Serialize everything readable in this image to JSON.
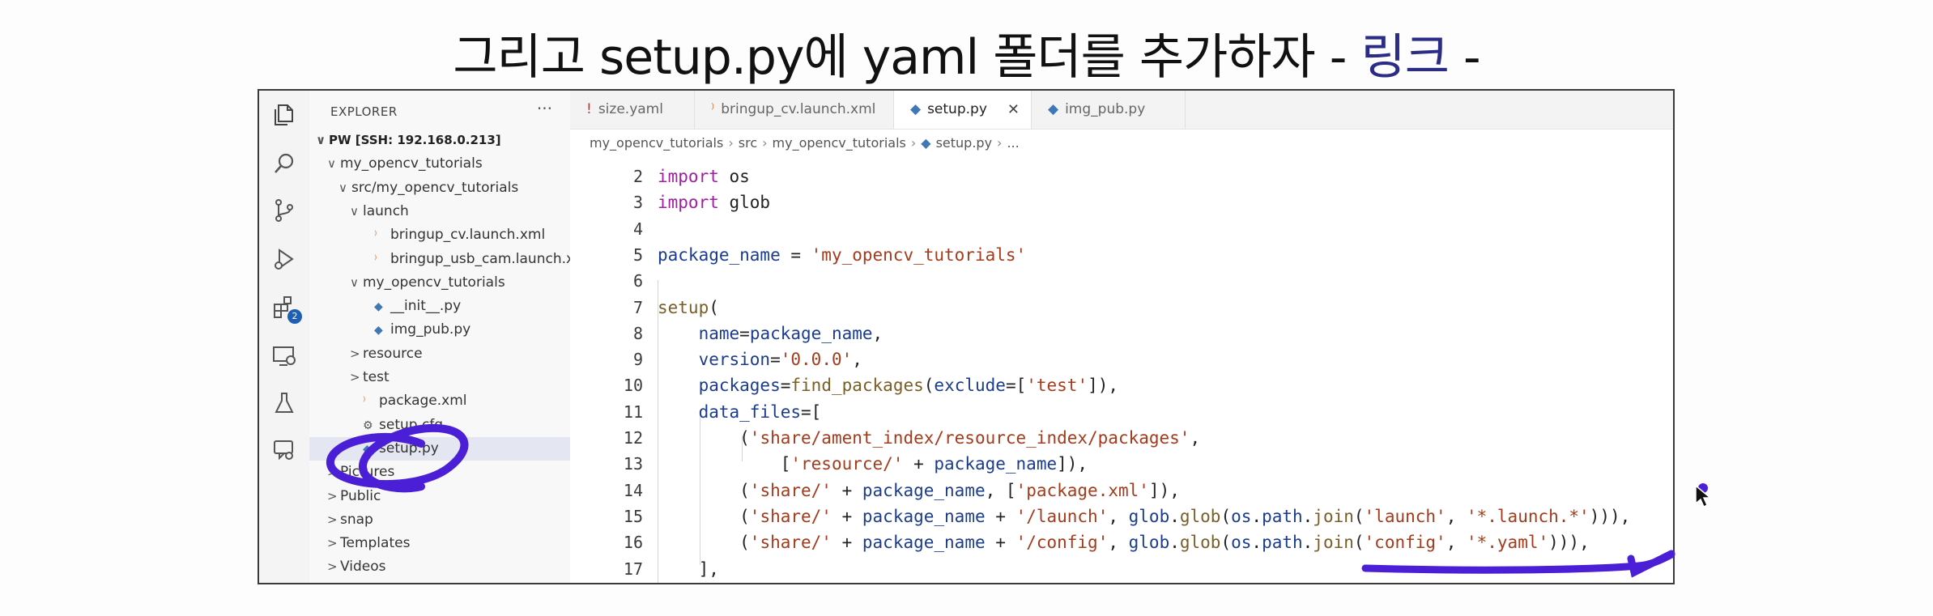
{
  "headline": {
    "text": "그리고 setup.py에 yaml 폴더를 추가하자 - ",
    "link": "링크",
    "trail": " -"
  },
  "activity_bar": {
    "badge_count": "2"
  },
  "sidebar": {
    "header": "EXPLORER",
    "more": "···",
    "tree": [
      {
        "label": "PW [SSH: 192.168.0.213]",
        "chev": "∨",
        "icon": "",
        "indent": 0,
        "bold": true
      },
      {
        "label": "my_opencv_tutorials",
        "chev": "∨",
        "icon": "",
        "indent": 1
      },
      {
        "label": "src/my_opencv_tutorials",
        "chev": "∨",
        "icon": "",
        "indent": 2
      },
      {
        "label": "launch",
        "chev": "∨",
        "icon": "",
        "indent": 3
      },
      {
        "label": "bringup_cv.launch.xml",
        "chev": "",
        "icon": "xml",
        "indent": 4
      },
      {
        "label": "bringup_usb_cam.launch.xml",
        "chev": "",
        "icon": "xml",
        "indent": 4
      },
      {
        "label": "my_opencv_tutorials",
        "chev": "∨",
        "icon": "",
        "indent": 3
      },
      {
        "label": "__init__.py",
        "chev": "",
        "icon": "py",
        "indent": 4
      },
      {
        "label": "img_pub.py",
        "chev": "",
        "icon": "py",
        "indent": 4
      },
      {
        "label": "resource",
        "chev": ">",
        "icon": "",
        "indent": 3
      },
      {
        "label": "test",
        "chev": ">",
        "icon": "",
        "indent": 3
      },
      {
        "label": "package.xml",
        "chev": "",
        "icon": "xml",
        "indent": 3
      },
      {
        "label": "setup.cfg",
        "chev": "",
        "icon": "gear",
        "indent": 3
      },
      {
        "label": "setup.py",
        "chev": "",
        "icon": "py",
        "indent": 3,
        "selected": true
      },
      {
        "label": "Pictures",
        "chev": ">",
        "icon": "",
        "indent": 1
      },
      {
        "label": "Public",
        "chev": ">",
        "icon": "",
        "indent": 1
      },
      {
        "label": "snap",
        "chev": ">",
        "icon": "",
        "indent": 1
      },
      {
        "label": "Templates",
        "chev": ">",
        "icon": "",
        "indent": 1
      },
      {
        "label": "Videos",
        "chev": ">",
        "icon": "",
        "indent": 1
      }
    ]
  },
  "editor": {
    "tabs": [
      {
        "label": "size.yaml",
        "icon": "!",
        "icon_color": "#c4302b",
        "active": false
      },
      {
        "label": "bringup_cv.launch.xml",
        "icon": "⁾",
        "icon_color": "#e67c3a",
        "active": false
      },
      {
        "label": "setup.py",
        "icon": "◆",
        "icon_color": "#3f78b5",
        "active": true,
        "close": "✕"
      },
      {
        "label": "img_pub.py",
        "icon": "◆",
        "icon_color": "#3f78b5",
        "active": false
      }
    ],
    "breadcrumb": [
      "my_opencv_tutorials",
      "src",
      "my_opencv_tutorials",
      "setup.py",
      "..."
    ],
    "code": [
      {
        "n": "2",
        "tokens": [
          [
            "kw",
            "import"
          ],
          [
            "plain",
            " os"
          ]
        ]
      },
      {
        "n": "3",
        "tokens": [
          [
            "kw",
            "import"
          ],
          [
            "plain",
            " glob"
          ]
        ]
      },
      {
        "n": "4",
        "tokens": []
      },
      {
        "n": "5",
        "tokens": [
          [
            "var",
            "package_name"
          ],
          [
            "plain",
            " = "
          ],
          [
            "str",
            "'my_opencv_tutorials'"
          ]
        ]
      },
      {
        "n": "6",
        "tokens": []
      },
      {
        "n": "7",
        "tokens": [
          [
            "fn",
            "setup"
          ],
          [
            "plain",
            "("
          ]
        ]
      },
      {
        "n": "8",
        "tokens": [
          [
            "plain",
            "    "
          ],
          [
            "var",
            "name"
          ],
          [
            "plain",
            "="
          ],
          [
            "var",
            "package_name"
          ],
          [
            "plain",
            ","
          ]
        ]
      },
      {
        "n": "9",
        "tokens": [
          [
            "plain",
            "    "
          ],
          [
            "var",
            "version"
          ],
          [
            "plain",
            "="
          ],
          [
            "str",
            "'0.0.0'"
          ],
          [
            "plain",
            ","
          ]
        ]
      },
      {
        "n": "10",
        "tokens": [
          [
            "plain",
            "    "
          ],
          [
            "var",
            "packages"
          ],
          [
            "plain",
            "="
          ],
          [
            "fn",
            "find_packages"
          ],
          [
            "plain",
            "("
          ],
          [
            "var",
            "exclude"
          ],
          [
            "plain",
            "=["
          ],
          [
            "str",
            "'test'"
          ],
          [
            "plain",
            "]),"
          ]
        ]
      },
      {
        "n": "11",
        "tokens": [
          [
            "plain",
            "    "
          ],
          [
            "var",
            "data_files"
          ],
          [
            "plain",
            "=["
          ]
        ]
      },
      {
        "n": "12",
        "tokens": [
          [
            "plain",
            "        ("
          ],
          [
            "str",
            "'share/ament_index/resource_index/packages'"
          ],
          [
            "plain",
            ","
          ]
        ]
      },
      {
        "n": "13",
        "tokens": [
          [
            "plain",
            "            ["
          ],
          [
            "str",
            "'resource/'"
          ],
          [
            "plain",
            " + "
          ],
          [
            "var",
            "package_name"
          ],
          [
            "plain",
            "]),"
          ]
        ]
      },
      {
        "n": "14",
        "tokens": [
          [
            "plain",
            "        ("
          ],
          [
            "str",
            "'share/'"
          ],
          [
            "plain",
            " + "
          ],
          [
            "var",
            "package_name"
          ],
          [
            "plain",
            ", ["
          ],
          [
            "str",
            "'package.xml'"
          ],
          [
            "plain",
            "]),"
          ]
        ]
      },
      {
        "n": "15",
        "tokens": [
          [
            "plain",
            "        ("
          ],
          [
            "str",
            "'share/'"
          ],
          [
            "plain",
            " + "
          ],
          [
            "var",
            "package_name"
          ],
          [
            "plain",
            " + "
          ],
          [
            "str",
            "'/launch'"
          ],
          [
            "plain",
            ", "
          ],
          [
            "var",
            "glob"
          ],
          [
            "plain",
            "."
          ],
          [
            "fn",
            "glob"
          ],
          [
            "plain",
            "("
          ],
          [
            "var",
            "os"
          ],
          [
            "plain",
            "."
          ],
          [
            "var",
            "path"
          ],
          [
            "plain",
            "."
          ],
          [
            "fn",
            "join"
          ],
          [
            "plain",
            "("
          ],
          [
            "str",
            "'launch'"
          ],
          [
            "plain",
            ", "
          ],
          [
            "str",
            "'*.launch.*'"
          ],
          [
            "plain",
            "))),"
          ]
        ]
      },
      {
        "n": "16",
        "tokens": [
          [
            "plain",
            "        ("
          ],
          [
            "str",
            "'share/'"
          ],
          [
            "plain",
            " + "
          ],
          [
            "var",
            "package_name"
          ],
          [
            "plain",
            " + "
          ],
          [
            "str",
            "'/config'"
          ],
          [
            "plain",
            ", "
          ],
          [
            "var",
            "glob"
          ],
          [
            "plain",
            "."
          ],
          [
            "fn",
            "glob"
          ],
          [
            "plain",
            "("
          ],
          [
            "var",
            "os"
          ],
          [
            "plain",
            "."
          ],
          [
            "var",
            "path"
          ],
          [
            "plain",
            "."
          ],
          [
            "fn",
            "join"
          ],
          [
            "plain",
            "("
          ],
          [
            "str",
            "'config'"
          ],
          [
            "plain",
            ", "
          ],
          [
            "str",
            "'*.yaml'"
          ],
          [
            "plain",
            "))),"
          ]
        ]
      },
      {
        "n": "17",
        "tokens": [
          [
            "plain",
            "    ],"
          ]
        ]
      }
    ]
  },
  "colors": {
    "annotation_ink": "#4a1fd6",
    "link": "#2b2c86"
  }
}
